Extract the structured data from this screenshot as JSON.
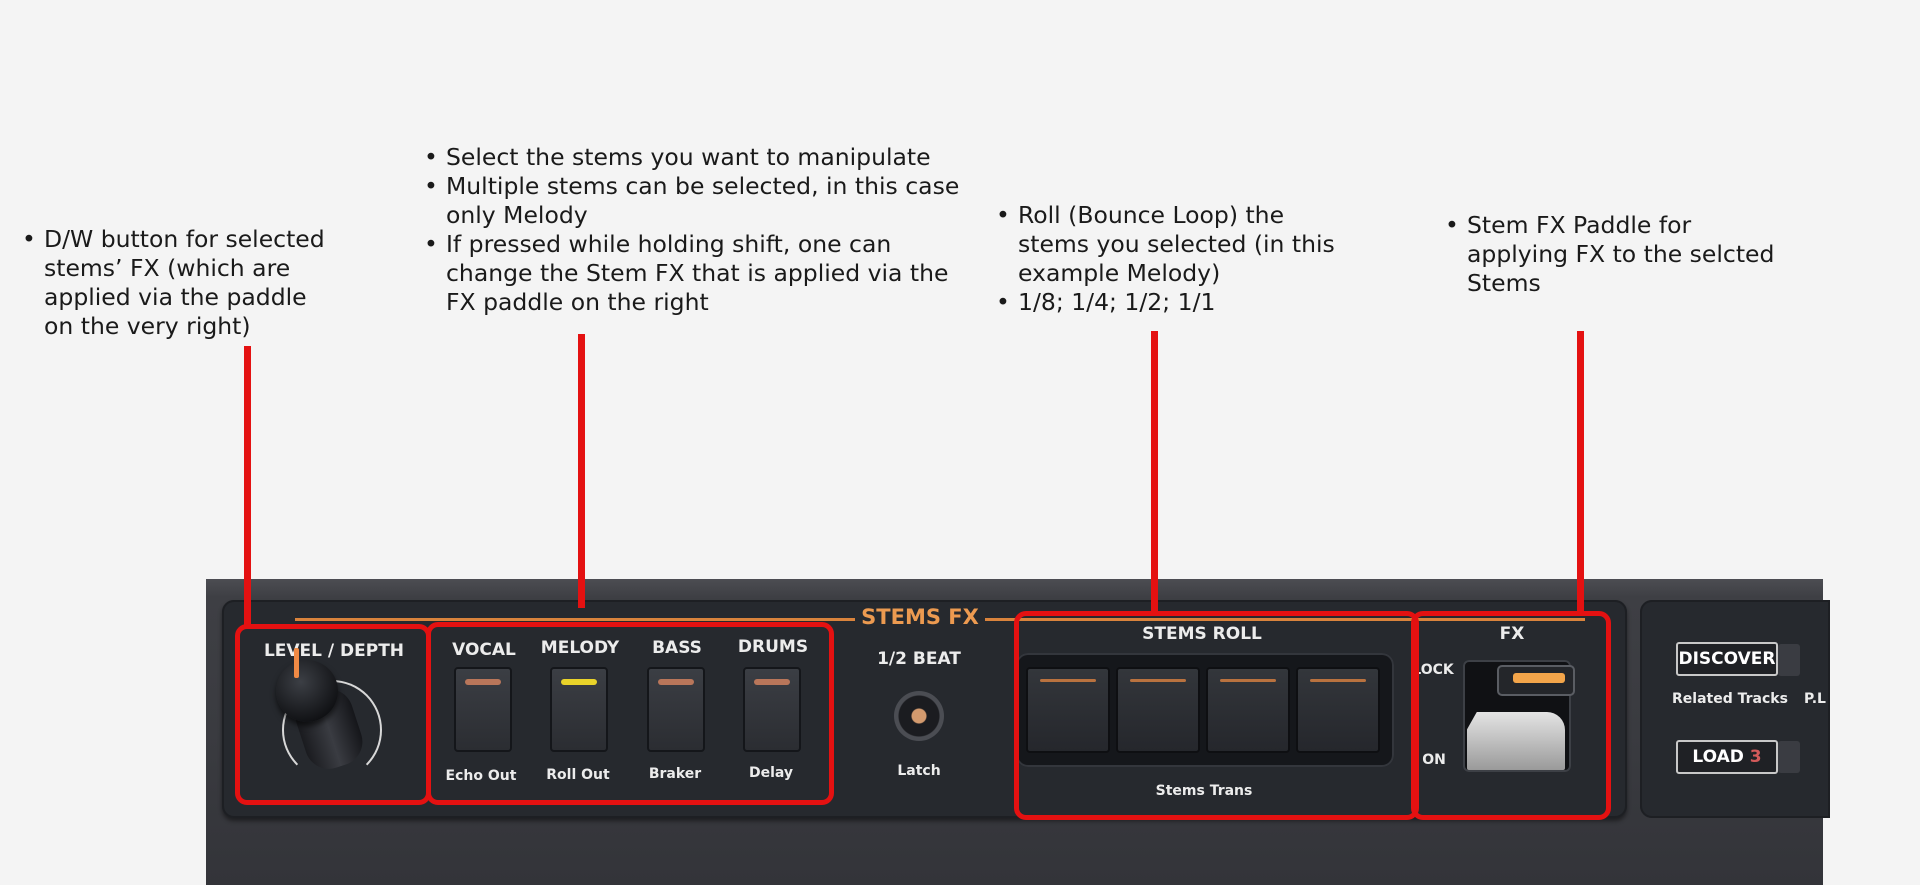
{
  "annotations": [
    {
      "id": "dw",
      "bullets": [
        "D/W button for selected stems’ FX (which are applied via the paddle on the very right)"
      ]
    },
    {
      "id": "stems",
      "bullets": [
        "Select the stems you want to manipulate",
        "Multiple stems can be selected, in this case only Melody",
        "If pressed while holding shift, one can change the Stem FX that is applied via the FX paddle on the right"
      ]
    },
    {
      "id": "roll",
      "bullets": [
        "Roll (Bounce Loop) the stems you selected (in this example Melody)",
        "1/8; 1/4; 1/2; 1/1"
      ]
    },
    {
      "id": "paddle",
      "bullets": [
        "Stem FX Paddle for applying FX to the selcted Stems"
      ]
    }
  ],
  "device": {
    "section_title": "STEMS FX",
    "knob_label": "LEVEL / DEPTH",
    "stem_buttons": [
      {
        "top": "VOCAL",
        "bottom": "Echo Out",
        "led": "#b9765a"
      },
      {
        "top": "MELODY",
        "bottom": "Roll Out",
        "led": "#e9d32a"
      },
      {
        "top": "BASS",
        "bottom": "Braker",
        "led": "#b9765a"
      },
      {
        "top": "DRUMS",
        "bottom": "Delay",
        "led": "#b9765a"
      }
    ],
    "half_beat_label": "1/2 BEAT",
    "latch_label": "Latch",
    "stems_roll_label": "STEMS ROLL",
    "stems_trans_label": "Stems Trans",
    "fx_label": "FX",
    "lock_label": "LOCK",
    "on_label": "ON",
    "discover_label": "DISCOVER",
    "related_tracks_label": "Related Tracks",
    "pl_label": "P.L",
    "load_label": "LOAD",
    "load_number": "3"
  },
  "colors": {
    "annotation_red": "#e41111",
    "accent_orange": "#ec9a50"
  }
}
